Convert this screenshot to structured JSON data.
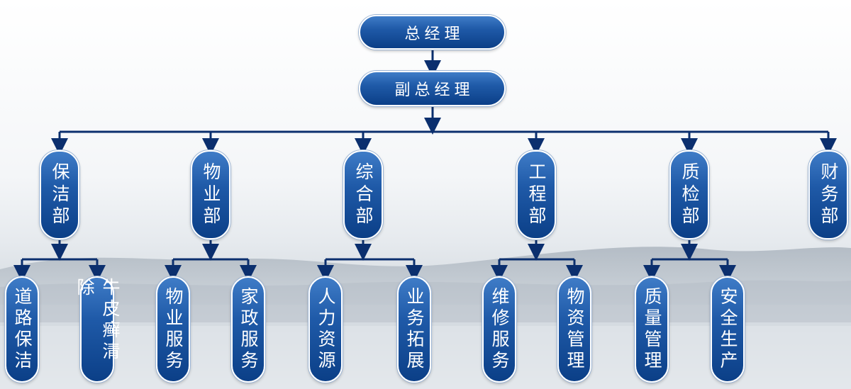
{
  "top": "总经理",
  "deputy": "副总经理",
  "departments": [
    {
      "name": "保洁部",
      "subs": [
        "道路保洁",
        "牛皮癣清除"
      ]
    },
    {
      "name": "物业部",
      "subs": [
        "物业服务",
        "家政服务"
      ]
    },
    {
      "name": "综合部",
      "subs": [
        "人力资源",
        "业务拓展"
      ]
    },
    {
      "name": "工程部",
      "subs": [
        "维修服务",
        "物资管理"
      ]
    },
    {
      "name": "质检部",
      "subs": [
        "质量管理",
        "安全生产"
      ]
    },
    {
      "name": "财务部",
      "subs": []
    }
  ],
  "colors": {
    "node": "#1f5aa8",
    "line": "#0b2f6e"
  }
}
